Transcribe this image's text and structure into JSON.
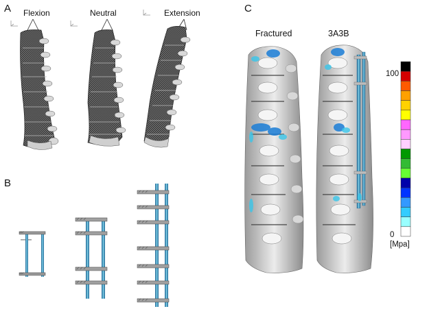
{
  "panels": {
    "a": {
      "letter": "A",
      "views": [
        {
          "label": "Flexion"
        },
        {
          "label": "Neutral"
        },
        {
          "label": "Extension"
        }
      ]
    },
    "b": {
      "letter": "B"
    },
    "c": {
      "letter": "C",
      "models": [
        {
          "label": "Fractured"
        },
        {
          "label": "3A3B"
        }
      ],
      "scale": {
        "max_label": "100",
        "min_label": "0",
        "unit_label": "[Mpa]",
        "colors": [
          "#000000",
          "#d40000",
          "#ff5a00",
          "#ffa000",
          "#ffd200",
          "#ffff00",
          "#ff66ff",
          "#ff99ff",
          "#ffd0ff",
          "#009900",
          "#33bb33",
          "#66ff33",
          "#0000aa",
          "#0033ff",
          "#3399ff",
          "#33ccff",
          "#99ffff",
          "#ffffff"
        ]
      }
    }
  }
}
